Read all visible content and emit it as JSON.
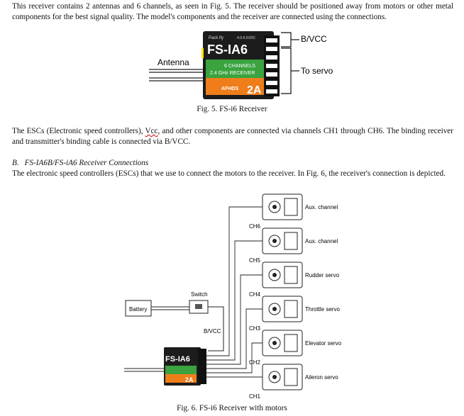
{
  "p1": "This receiver contains 2 antennas and 6 channels, as seen in Fig. 5. The receiver should be positioned away from motors or other metal components for the best signal quality. The model's components and the receiver are connected using the connections.",
  "fig5": {
    "brand": "Pack fly",
    "model": "FS-IA6",
    "voltage": "4.0-6.5VDC",
    "line1": "6 CHANNELS",
    "line2": "2.4 GHz RECEIVER",
    "afhds": "AFHDS",
    "afhds_big": "2A",
    "antenna_label": "Antenna",
    "bvcc_label": "B/VCC",
    "servo_label": "To servo",
    "caption": "Fig. 5. FS-i6 Receiver"
  },
  "p2_before": "The ESCs (Electronic speed controllers), ",
  "p2_vcc": "Vcc",
  "p2_after": ", and other components are connected via channels CH1 through CH6. The binding receiver and transmitter's binding cable is connected via B/VCC.",
  "heading_num": "B.",
  "heading_text": "FS-IA6B/FS-iA6 Receiver Connections",
  "p3": "The electronic speed controllers (ESCs) that we use to connect the motors to the receiver. In Fig. 6, the receiver's connection is depicted.",
  "fig6": {
    "battery": "Battery",
    "switch": "Switch",
    "bvcc": "B/VCC",
    "channels": [
      "CH6",
      "CH5",
      "CH4",
      "CH3",
      "CH2",
      "CH1"
    ],
    "servos": [
      "Aux. channel",
      "Aux. channel",
      "Rudder servo",
      "Throttle servo",
      "Elevator servo",
      "Aileron servo"
    ],
    "rx_model": "FS-IA6",
    "rx_big": "2A",
    "caption": "Fig. 6. FS-i6 Receiver with motors"
  }
}
